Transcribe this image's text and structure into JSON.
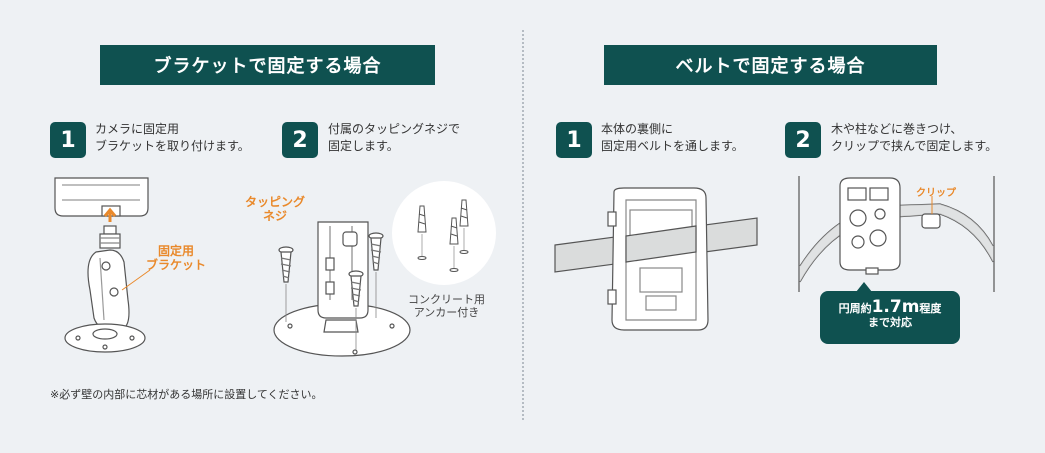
{
  "left": {
    "title": "ブラケットで固定する場合",
    "step1": {
      "number": "1",
      "line1": "カメラに固定用",
      "line2": "ブラケットを取り付けます。"
    },
    "step2": {
      "number": "2",
      "line1": "付属のタッピングネジで",
      "line2": "固定します。"
    },
    "bracket_label": {
      "line1": "固定用",
      "line2": "ブラケット"
    },
    "screw_label": {
      "line1": "タッピング",
      "line2": "ネジ"
    },
    "anchor_label": {
      "line1": "コンクリート用",
      "line2": "アンカー付き"
    },
    "note": "※必ず壁の内部に芯材がある場所に設置してください。"
  },
  "right": {
    "title": "ベルトで固定する場合",
    "step1": {
      "number": "1",
      "line1": "本体の裏側に",
      "line2": "固定用ベルトを通します。"
    },
    "step2": {
      "number": "2",
      "line1": "木や柱などに巻きつけ、",
      "line2": "クリップで挟んで固定します。"
    },
    "clip_label": "クリップ",
    "badge": {
      "prefix": "円周約",
      "value": "1.7m",
      "suffix": "程度",
      "line2": "まで対応"
    }
  },
  "colors": {
    "primary": "#0f5150",
    "accent": "#e9892b",
    "background": "#eef1f4"
  }
}
